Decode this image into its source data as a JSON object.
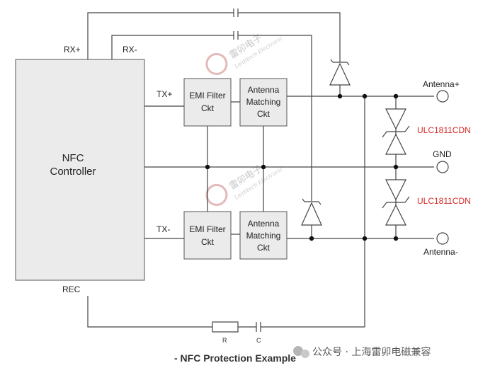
{
  "diagram": {
    "controller": {
      "line1": "NFC",
      "line2": "Controller"
    },
    "pins": {
      "rx_plus": "RX+",
      "rx_minus": "RX-",
      "tx_plus": "TX+",
      "tx_minus": "TX-",
      "rec": "REC"
    },
    "emi_filter": {
      "line1": "EMI Filter",
      "line2": "Ckt"
    },
    "antenna_matching": {
      "line1": "Antenna",
      "line2": "Matching",
      "line3": "Ckt"
    },
    "terminals": {
      "antenna_plus": "Antenna+",
      "gnd": "GND",
      "antenna_minus": "Antenna-"
    },
    "tvs_part": "ULC1811CDN",
    "resistor": "R",
    "capacitor": "C",
    "caption": "- NFC  Protection Example"
  },
  "watermark": {
    "chinese": "雷卯电子",
    "english": "Leiditech Electronic"
  },
  "footer": {
    "source": "公众号 · 上海雷卯电磁兼容"
  },
  "colors": {
    "part_label": "#d42a2a",
    "box_fill": "#ebebeb"
  }
}
